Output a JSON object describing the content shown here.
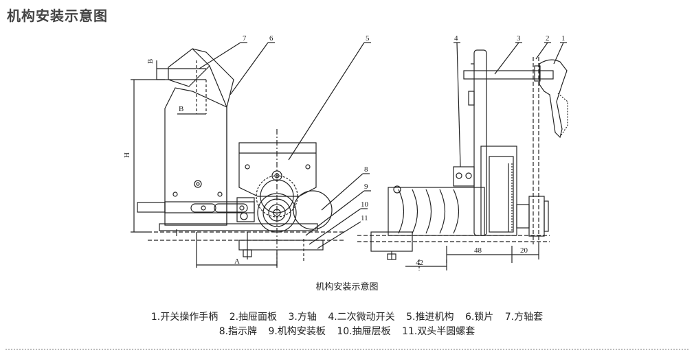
{
  "header": {
    "title": "机构安装示意图"
  },
  "figure": {
    "caption": "机构安装示意图",
    "callouts": [
      "1",
      "2",
      "3",
      "4",
      "5",
      "6",
      "7",
      "8",
      "9",
      "10",
      "11"
    ],
    "dimensions": {
      "b_top": "B",
      "b_mid": "B",
      "h": "H",
      "a": "A",
      "d48": "48",
      "d20": "20",
      "d42": "42"
    }
  },
  "legend": {
    "line1": [
      "1.开关操作手柄",
      "2.抽屉面板",
      "3.方轴",
      "4.二次微动开关",
      "5.推进机构",
      "6.锁片",
      "7.方轴套"
    ],
    "line2": [
      "8.指示牌",
      "9.机构安装板",
      "10.抽屉层板",
      "11.双头半圆螺套"
    ]
  }
}
